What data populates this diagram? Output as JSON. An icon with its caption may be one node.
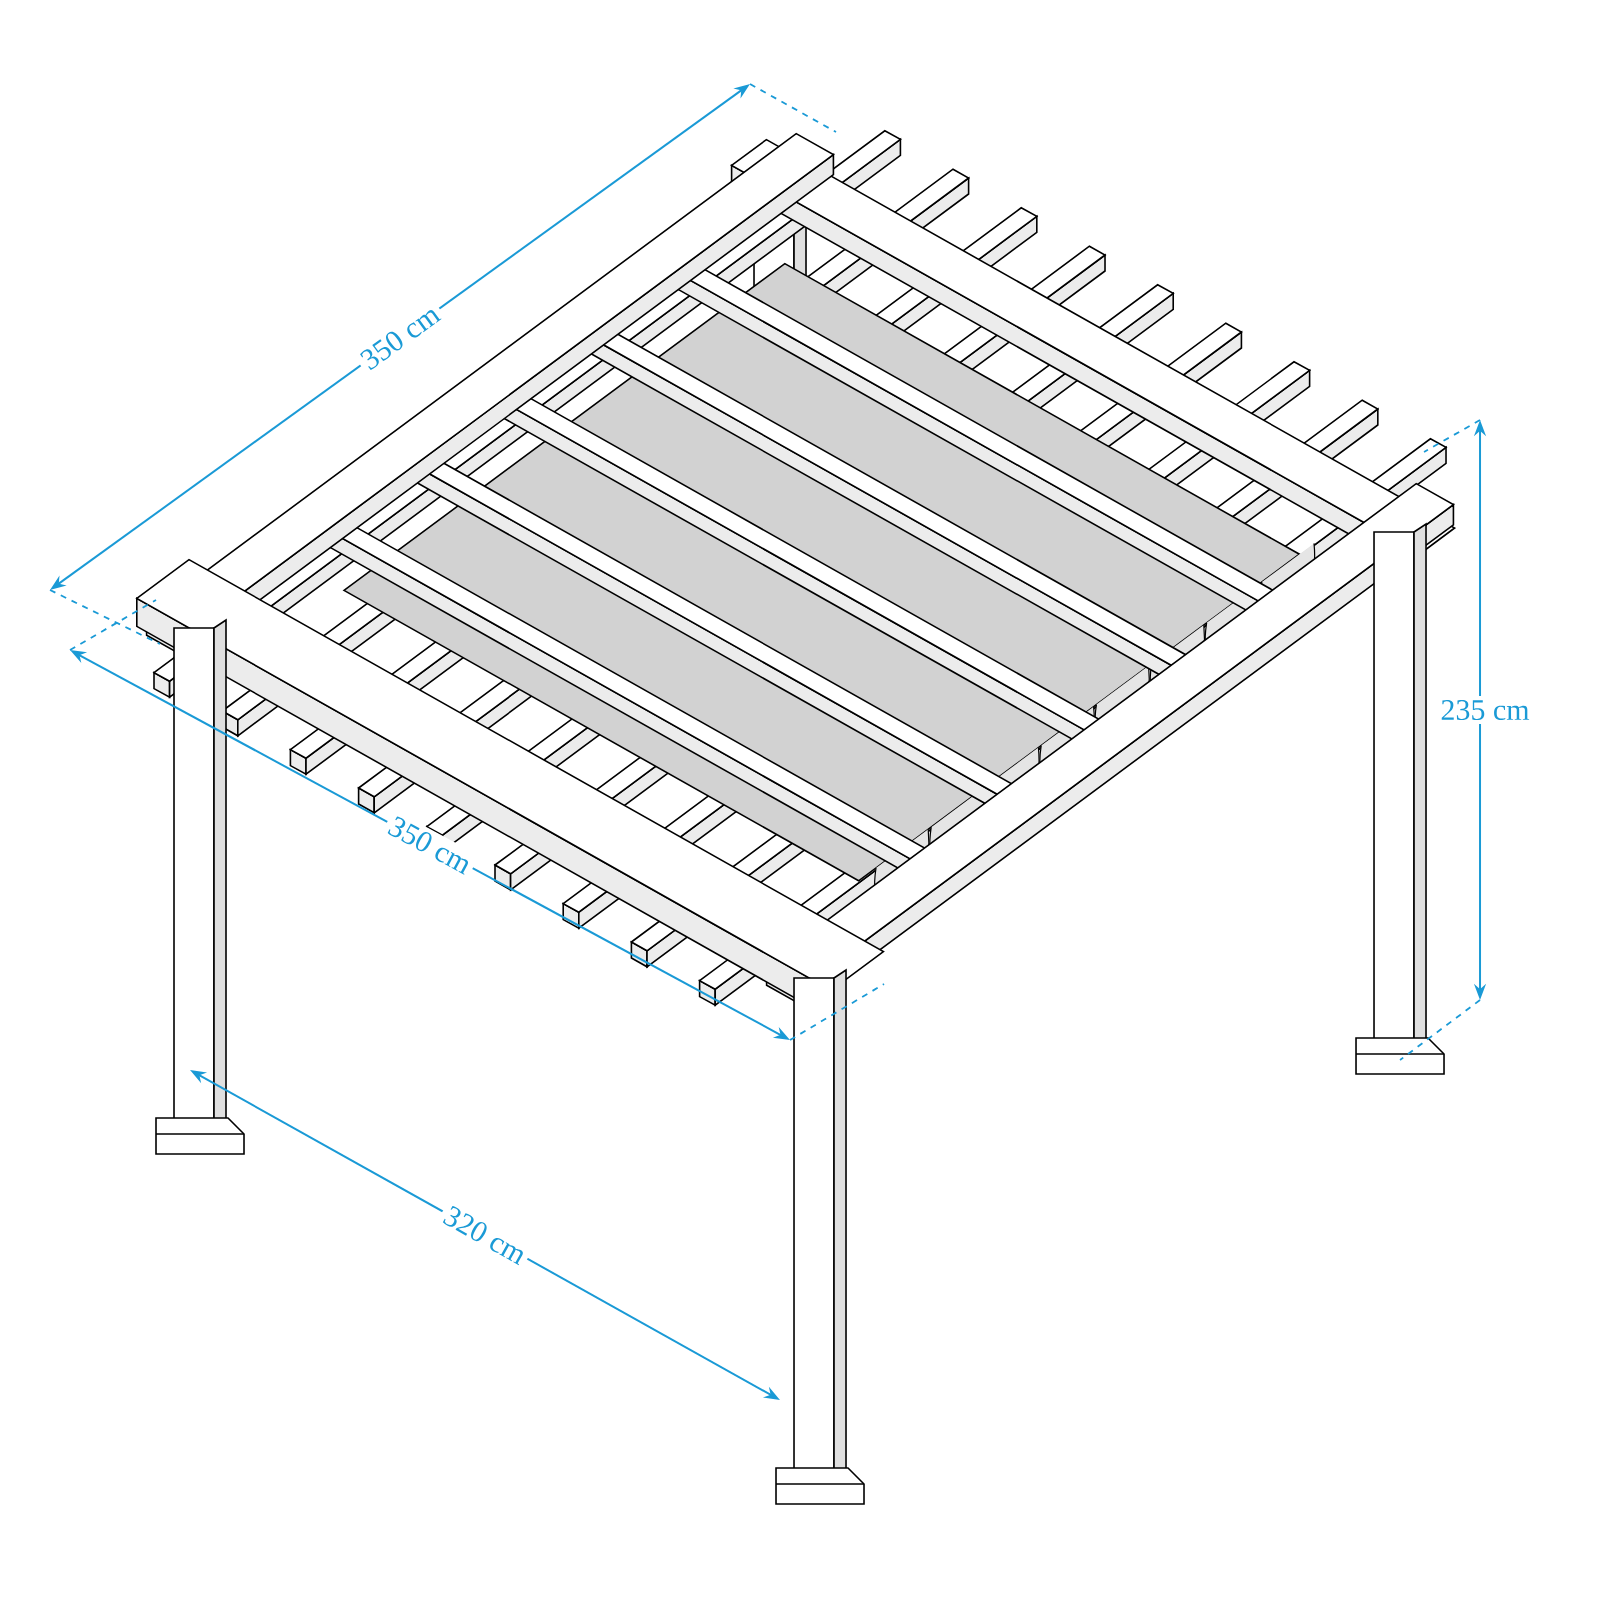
{
  "diagram": {
    "labels": [
      "350 cm",
      "350 cm",
      "235 cm",
      "320 cm"
    ]
  }
}
